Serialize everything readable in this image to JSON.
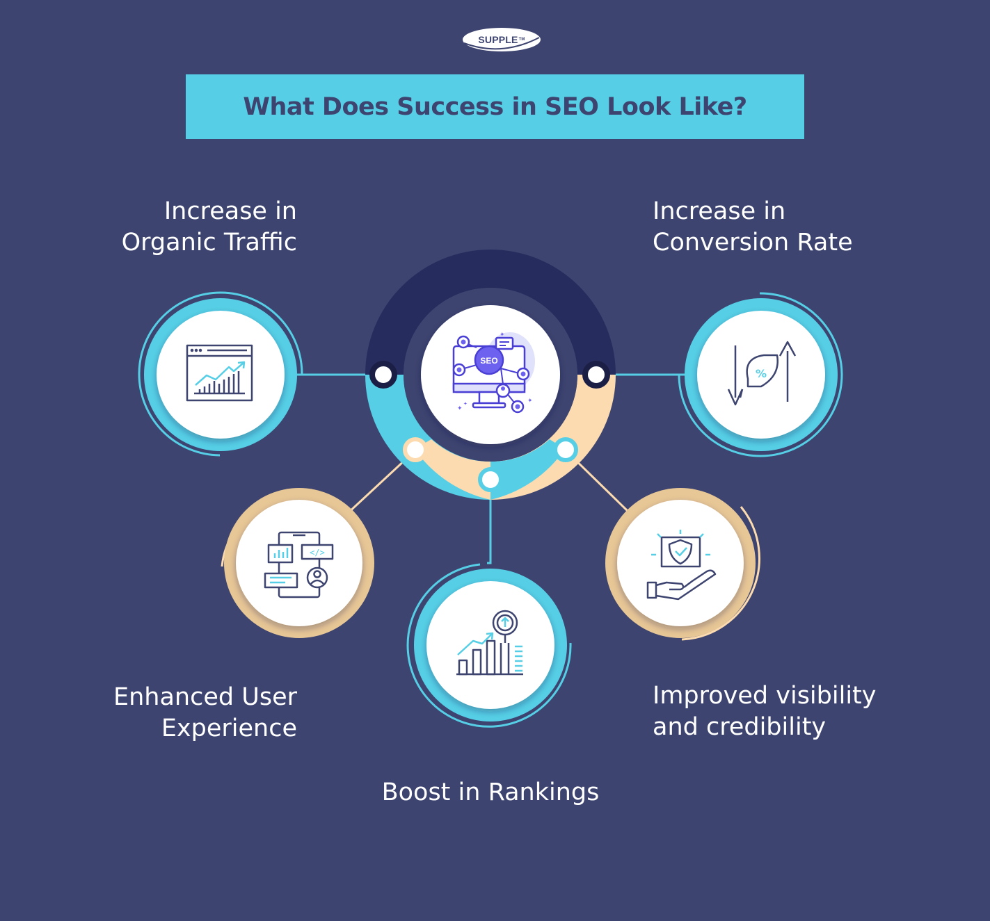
{
  "brand": {
    "name": "SUPPLE",
    "mark": "TM"
  },
  "title": "What Does Success in SEO Look Like?",
  "center": {
    "icon": "seo-monitor-network-icon",
    "badge": "SEO"
  },
  "items": [
    {
      "id": "organic-traffic",
      "lines": [
        "Increase in",
        "Organic Traffic"
      ],
      "icon": "browser-growth-chart-icon"
    },
    {
      "id": "conversion-rate",
      "lines": [
        "Increase in",
        "Conversion Rate"
      ],
      "icon": "percent-up-down-arrows-icon"
    },
    {
      "id": "user-experience",
      "lines": [
        "Enhanced User",
        "Experience"
      ],
      "icon": "mobile-ui-components-icon"
    },
    {
      "id": "rankings",
      "lines": [
        "Boost in Rankings"
      ],
      "icon": "bar-chart-magnifier-icon"
    },
    {
      "id": "visibility",
      "lines": [
        "Improved visibility",
        "and credibility"
      ],
      "icon": "hand-shield-icon"
    }
  ],
  "colors": {
    "background": "#3d446f",
    "accent_cyan": "#56cfe6",
    "accent_peach": "#fcdbb0",
    "dark_navy": "#272c5e",
    "icon_stroke": "#3d446f",
    "white": "#ffffff"
  }
}
